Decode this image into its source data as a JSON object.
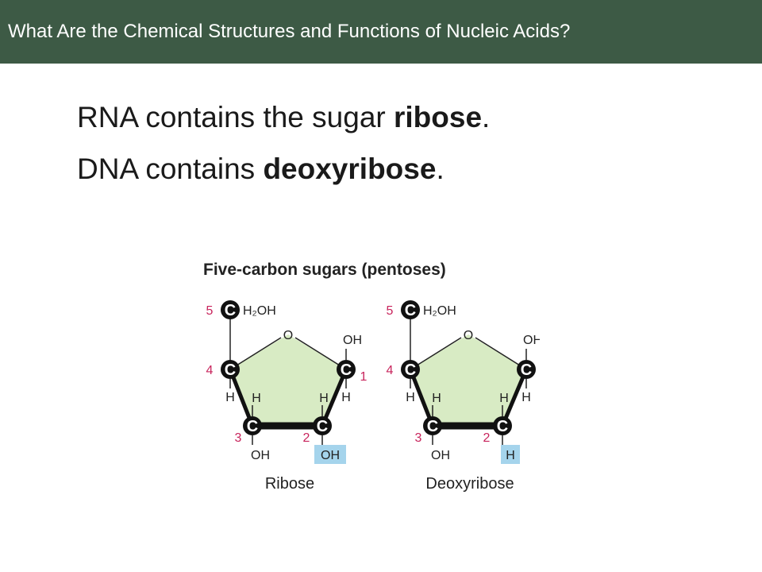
{
  "header": {
    "title": "What Are the Chemical Structures and Functions of Nucleic Acids?"
  },
  "bullets": [
    {
      "prefix": "RNA contains the sugar ",
      "bold": "ribose",
      "suffix": "."
    },
    {
      "prefix": "DNA contains ",
      "bold": "deoxyribose",
      "suffix": "."
    }
  ],
  "figure": {
    "title": "Five-carbon sugars (pentoses)",
    "carbon_symbol": "C",
    "ring_oxygen": "O",
    "h2oh": "H₂OH",
    "oh": "OH",
    "h": "H",
    "numbers": [
      "5",
      "4",
      "1",
      "3",
      "2"
    ],
    "ribose": {
      "name": "Ribose",
      "c2_group": "OH"
    },
    "deoxyribose": {
      "name": "Deoxyribose",
      "c2_group": "H"
    },
    "colors": {
      "ring_fill": "#d8ebc4",
      "highlight": "#a5d4ec",
      "number": "#c8245c",
      "header": "#3d5a45"
    }
  }
}
